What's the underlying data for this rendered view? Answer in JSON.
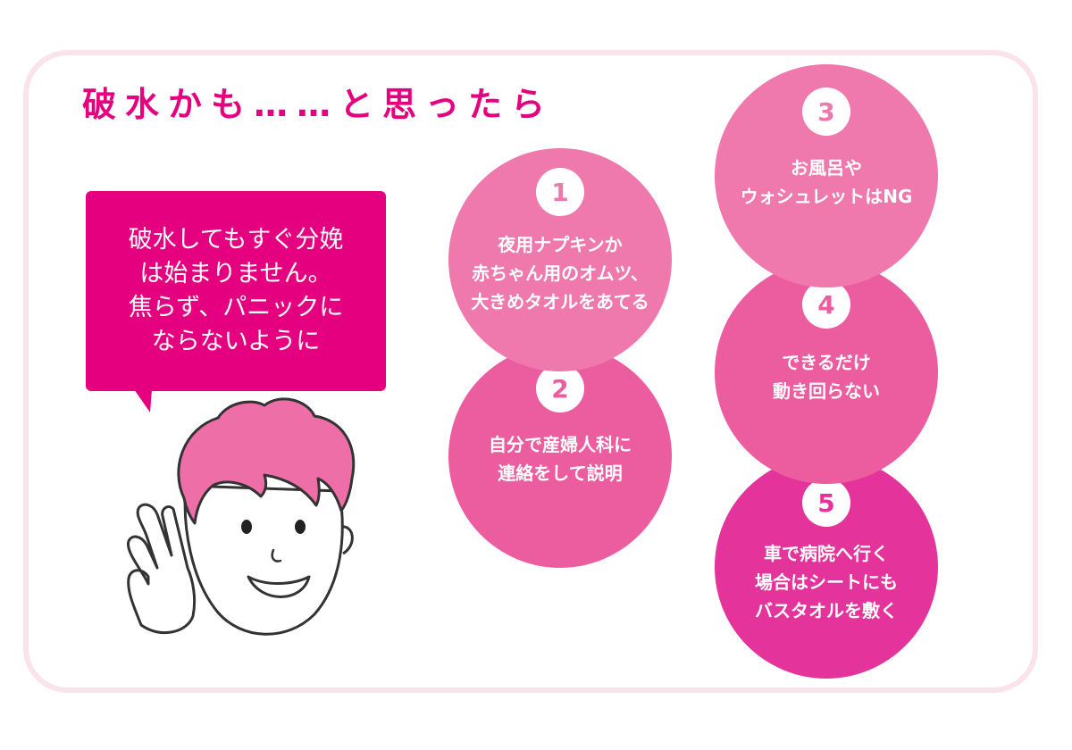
{
  "title": "破水かも……と思ったら",
  "bubble": {
    "lines": [
      "破水してもすぐ分娩",
      "は始まりません。",
      "焦らず、パニックに",
      "ならないように"
    ]
  },
  "colors": {
    "accent": "#e4007f",
    "frame": "#fbe3ec",
    "step1": "#ef79ad",
    "step2": "#ec5da0",
    "step3": "#ef79ad",
    "step4": "#ec5da0",
    "step5": "#e4339a",
    "hair": "#ee6fa7"
  },
  "steps": [
    {
      "number": "1",
      "lines": [
        "夜用ナプキンか",
        "赤ちゃん用のオムツ、",
        "大きめタオルをあてる"
      ]
    },
    {
      "number": "2",
      "lines": [
        "自分で産婦人科に",
        "連絡をして説明"
      ]
    },
    {
      "number": "3",
      "lines": [
        "お風呂や",
        "ウォシュレットはNG"
      ]
    },
    {
      "number": "4",
      "lines": [
        "できるだけ",
        "動き回らない"
      ]
    },
    {
      "number": "5",
      "lines": [
        "車で病院へ行く",
        "場合はシートにも",
        "バスタオルを敷く"
      ]
    }
  ],
  "icons": {
    "character": "pointing-person-icon"
  }
}
